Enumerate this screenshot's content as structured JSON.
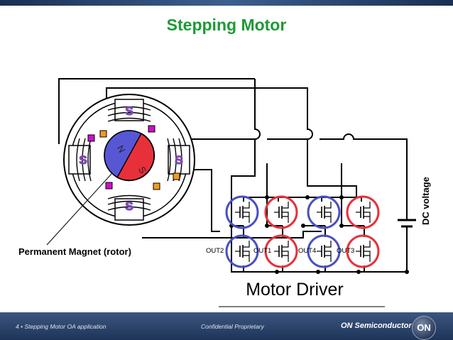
{
  "slide": {
    "title": "Stepping Motor",
    "colors": {
      "title": "#1d9a34",
      "north": "#5757d6",
      "south": "#e8303a",
      "wire": "#000000"
    }
  },
  "motor": {
    "rotor": {
      "north_label": "N",
      "south_label": "S"
    },
    "stator_pole_labels": [
      "S",
      "S",
      "S",
      "S"
    ],
    "caption": "Permanent Magnet (rotor)"
  },
  "driver": {
    "title": "Motor Driver",
    "supply_label": "DC voltage",
    "outputs": [
      "OUT2",
      "OUT1",
      "OUT4",
      "OUT3"
    ]
  },
  "footer": {
    "page": "4",
    "deck": "Stepping Motor OA application",
    "confidential": "Confidential Proprietary",
    "brand": "ON Semiconductor",
    "logo_text": "ON"
  }
}
